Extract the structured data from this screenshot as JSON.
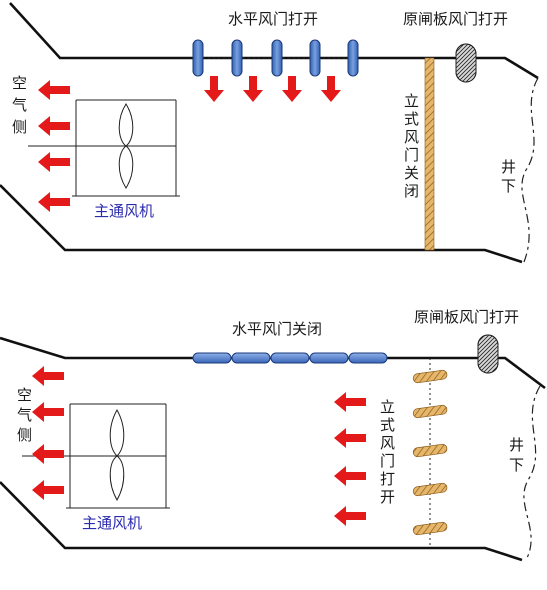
{
  "palette": {
    "arrow": "#e41a1a",
    "horizontal_door": "#4a78c8",
    "vertical_door": "#e6b76a",
    "plate_door": "#b8b8b8",
    "fan_label": "#2b2bb0",
    "outline": "#111111"
  },
  "icons": {
    "airflow": "red-arrow-icon",
    "fan": "fan-blade-icon",
    "plate_door": "crosshatch-gate-icon"
  },
  "top": {
    "horizontal_door_label": "水平风门打开",
    "plate_door_label": "原闸板风门打开",
    "vertical_door_label": "立式风门关闭",
    "air_side_label": "空气侧",
    "fan_label": "主通风机",
    "underground_label": "井下"
  },
  "bottom": {
    "horizontal_door_label": "水平风门关闭",
    "plate_door_label": "原闸板风门打开",
    "vertical_door_label": "立式风门打开",
    "air_side_label": "空气侧",
    "fan_label": "主通风机",
    "underground_label": "井下"
  }
}
